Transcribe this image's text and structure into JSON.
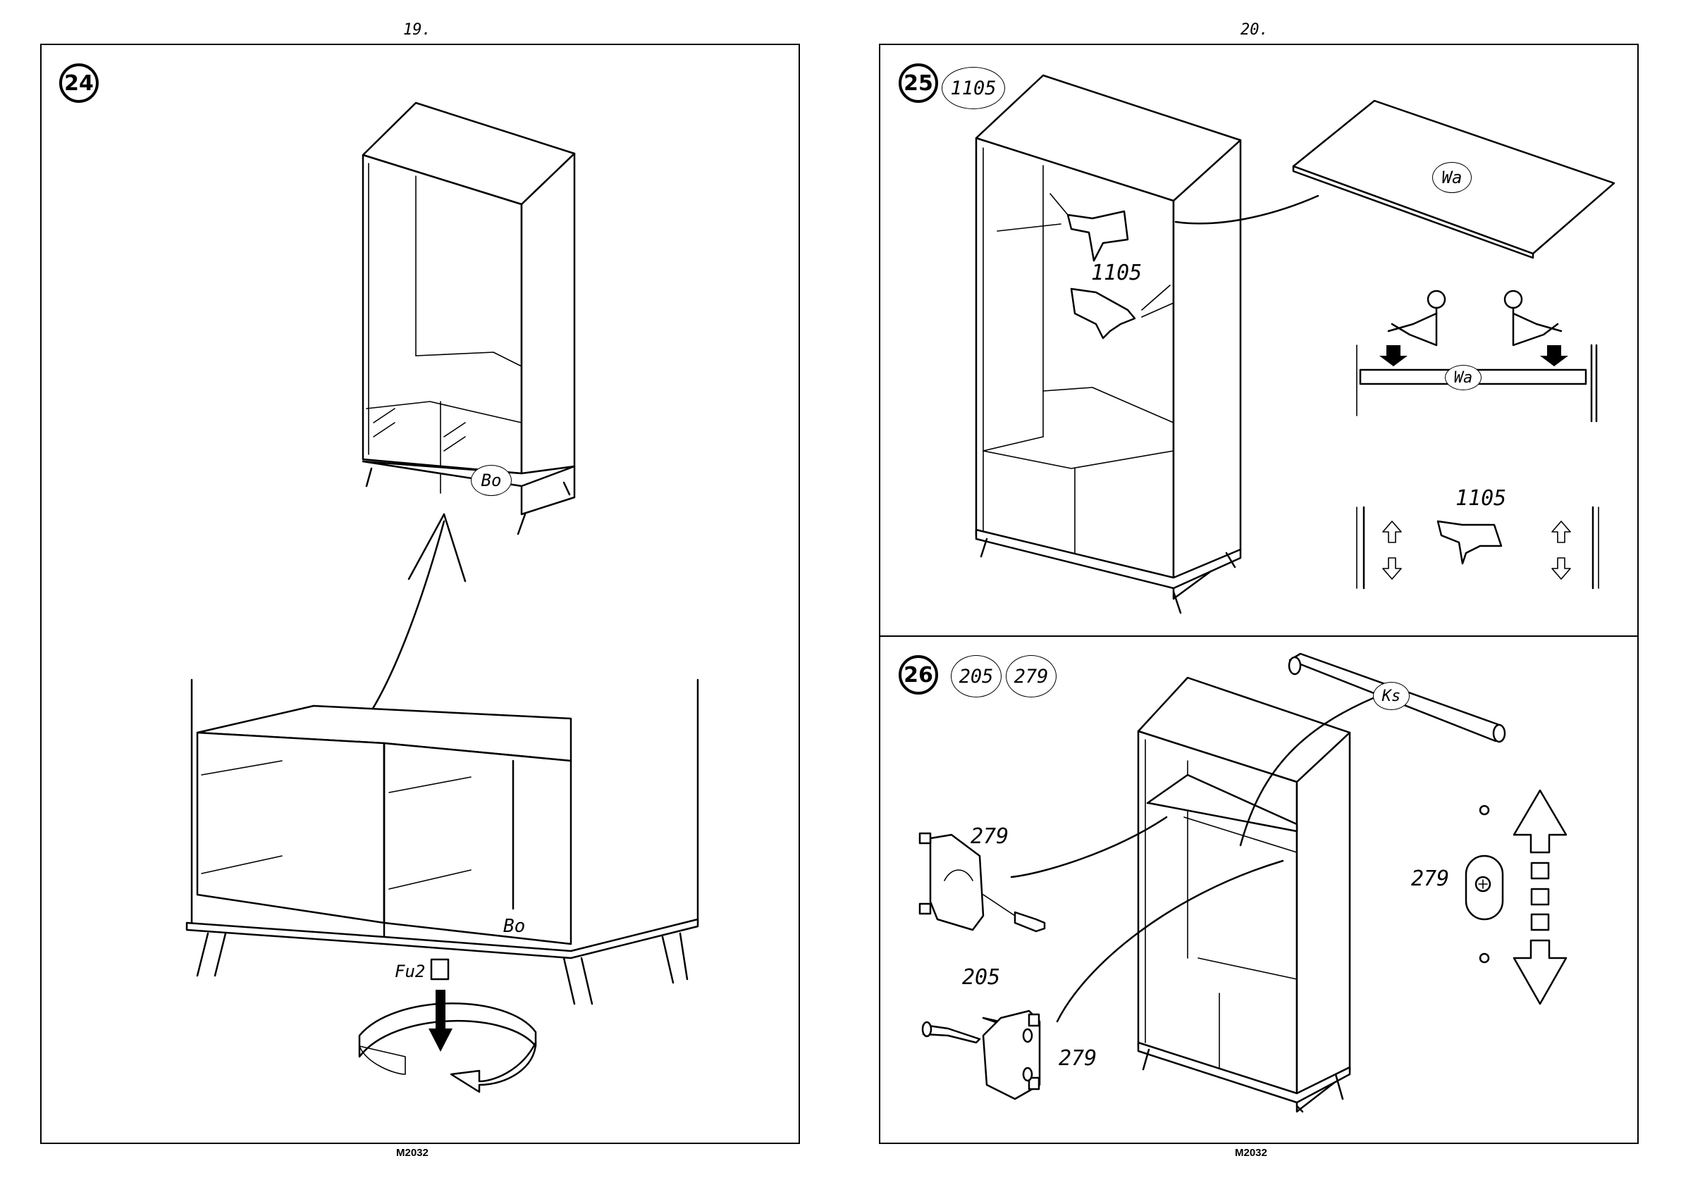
{
  "pages": [
    {
      "page_number": "19.",
      "footer_code": "M2032"
    },
    {
      "page_number": "20.",
      "footer_code": "M2032"
    }
  ],
  "steps": {
    "s24": {
      "number": "24",
      "labels": {
        "bottom_panel": "Bo",
        "bottom_panel_closeup": "Bo",
        "foot": "Fu2"
      }
    },
    "s25": {
      "number": "25",
      "parts": [
        "1105"
      ],
      "labels": {
        "back_panel": "Wa",
        "connector_1": "1105",
        "connector_diagram": "Wa",
        "connector_2": "1105"
      }
    },
    "s26": {
      "number": "26",
      "parts": [
        "205",
        "279"
      ],
      "labels": {
        "rail": "Ks",
        "support_a": "279",
        "support_b": "205",
        "support_c": "279",
        "support_d": "279"
      }
    }
  },
  "icons": [
    "rotate-arrow-icon",
    "arrow-down-icon",
    "arrow-up-down-icon",
    "person-pressing-icon"
  ]
}
